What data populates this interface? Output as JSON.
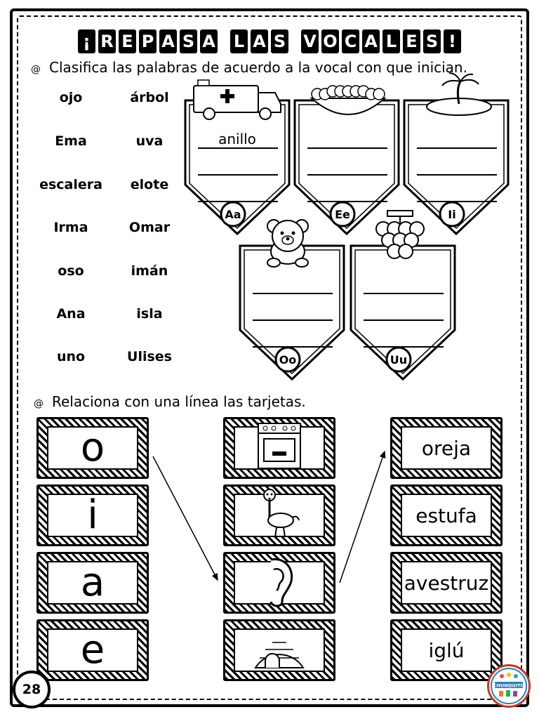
{
  "title_letters": [
    "¡",
    "R",
    "E",
    "P",
    "A",
    "S",
    "A",
    " ",
    "L",
    "A",
    "S",
    " ",
    "V",
    "O",
    "C",
    "A",
    "L",
    "E",
    "S",
    "!"
  ],
  "instruction1": "Clasifica las palabras de acuerdo a la vocal con que inician.",
  "instruction2": "Relaciona con una línea las tarjetas.",
  "bullet_symbol": "@",
  "words_left": [
    "ojo",
    "Ema",
    "escalera",
    "Irma",
    "oso",
    "Ana",
    "uno"
  ],
  "words_right": [
    "árbol",
    "uva",
    "elote",
    "Omar",
    "imán",
    "isla",
    "Ulises"
  ],
  "pennants": [
    {
      "label": "Aa",
      "answer": "anillo",
      "picture": "ambulance-icon"
    },
    {
      "label": "Ee",
      "answer": "",
      "picture": "salad-icon"
    },
    {
      "label": "Ii",
      "answer": "",
      "picture": "island-icon"
    },
    {
      "label": "Oo",
      "answer": "",
      "picture": "bear-icon"
    },
    {
      "label": "Uu",
      "answer": "",
      "picture": "grapes-icon"
    }
  ],
  "letters": [
    "o",
    "i",
    "a",
    "e"
  ],
  "pictures": [
    "stove-icon",
    "ostrich-icon",
    "ear-icon",
    "igloo-icon"
  ],
  "words_match": [
    "oreja",
    "estufa",
    "avestruz",
    "iglú"
  ],
  "page_number": "28",
  "logo_text": "CHUNQUITO"
}
